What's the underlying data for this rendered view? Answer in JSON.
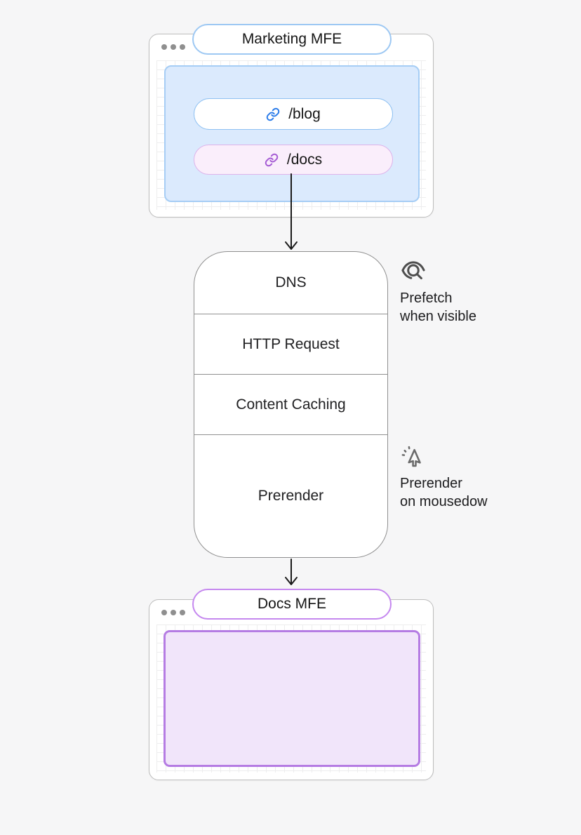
{
  "page": {
    "background": "#f6f6f7"
  },
  "marketing_window": {
    "title": "Marketing MFE",
    "links": [
      {
        "label": "/blog",
        "icon": "link-icon",
        "accent": "#2b7ce9",
        "background": "#ffffff",
        "border": "#8fc1f2"
      },
      {
        "label": "/docs",
        "icon": "link-icon",
        "accent": "#a55bd4",
        "background": "#faeefb",
        "border": "#ddb3ea"
      }
    ]
  },
  "pipeline": {
    "rows": [
      {
        "label": "DNS"
      },
      {
        "label": "HTTP Request"
      },
      {
        "label": "Content Caching"
      },
      {
        "label": "Prerender"
      }
    ]
  },
  "annotations": [
    {
      "icon": "prefetch-visible-icon",
      "line1": "Prefetch",
      "line2": "when visible"
    },
    {
      "icon": "pointer-click-icon",
      "line1": "Prerender",
      "line2": "on mousedow"
    }
  ],
  "docs_window": {
    "title": "Docs MFE"
  },
  "colors": {
    "blue_accent": "#9dc8f3",
    "blue_panel_fill": "#dbeafd",
    "blue_link": "#2b7ce9",
    "purple_accent": "#c588ef",
    "purple_panel_fill": "#f1e5fa",
    "purple_link": "#a55bd4",
    "docs_pill_fill": "#faeefb",
    "arrow": "#1a1a1a",
    "window_border": "#bdbdbd",
    "pipeline_border": "#8f8f8f",
    "icon_gray": "#555555"
  }
}
